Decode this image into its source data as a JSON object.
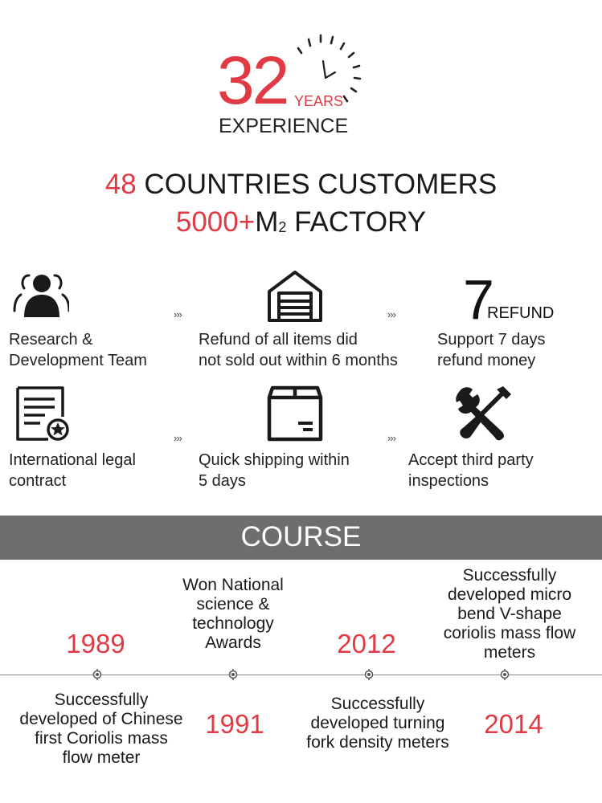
{
  "header": {
    "years_number": "32",
    "years_label": "YEARS",
    "experience_label": "EXPERIENCE",
    "countries_number": "48",
    "countries_label": " COUNTRIES CUSTOMERS",
    "factory_number": "5000+",
    "factory_unit": "M",
    "factory_unit_sup": "2",
    "factory_label": " FACTORY"
  },
  "features": {
    "arrow": "›››",
    "seven": "7",
    "refund_label": "REFUND",
    "items": [
      {
        "icon": "team-icon",
        "line1": "Research &",
        "line2": "Development Team"
      },
      {
        "icon": "warehouse-icon",
        "line1": "Refund of all items did",
        "line2": "not sold out within 6 months"
      },
      {
        "icon": "refund-7-icon",
        "line1": "Support 7 days",
        "line2": "refund money"
      },
      {
        "icon": "contract-icon",
        "line1": "International legal",
        "line2": "contract"
      },
      {
        "icon": "box-icon",
        "line1": "Quick shipping within",
        "line2": "5 days"
      },
      {
        "icon": "tools-icon",
        "line1": "Accept third party",
        "line2": "inspections"
      }
    ]
  },
  "course": {
    "title": "COURSE",
    "events": [
      {
        "year": "1989",
        "lines": [
          "Successfully",
          "developed of Chinese",
          "first Coriolis mass",
          "flow meter"
        ]
      },
      {
        "year": "1991",
        "lines": [
          "Won National",
          "science &",
          "technology",
          "Awards"
        ]
      },
      {
        "year": "2012",
        "lines": [
          "Successfully",
          "developed turning",
          "fork density meters"
        ]
      },
      {
        "year": "2014",
        "lines": [
          "Successfully",
          "developed micro",
          "bend V-shape",
          "coriolis mass flow",
          "meters"
        ]
      }
    ]
  },
  "colors": {
    "accent": "#e03a45",
    "band": "#6e6e6e",
    "text": "#1a1a1a"
  }
}
